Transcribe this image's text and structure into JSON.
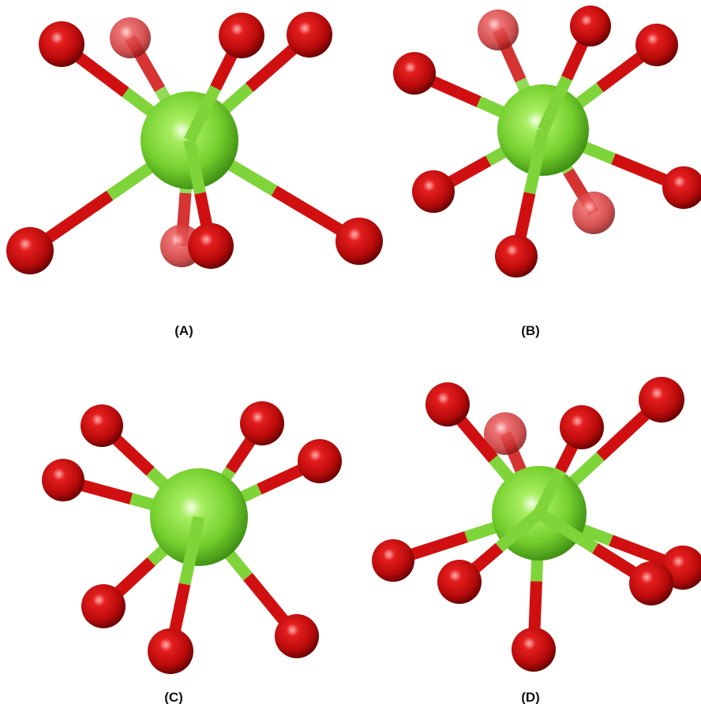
{
  "panels": [
    {
      "label": "(A)"
    },
    {
      "label": "(B)"
    },
    {
      "label": "(C)"
    },
    {
      "label": "(D)"
    }
  ],
  "colors": {
    "central_atom": "#7fd43a",
    "ligand_atom": "#d01010",
    "background": "#ffffff"
  }
}
